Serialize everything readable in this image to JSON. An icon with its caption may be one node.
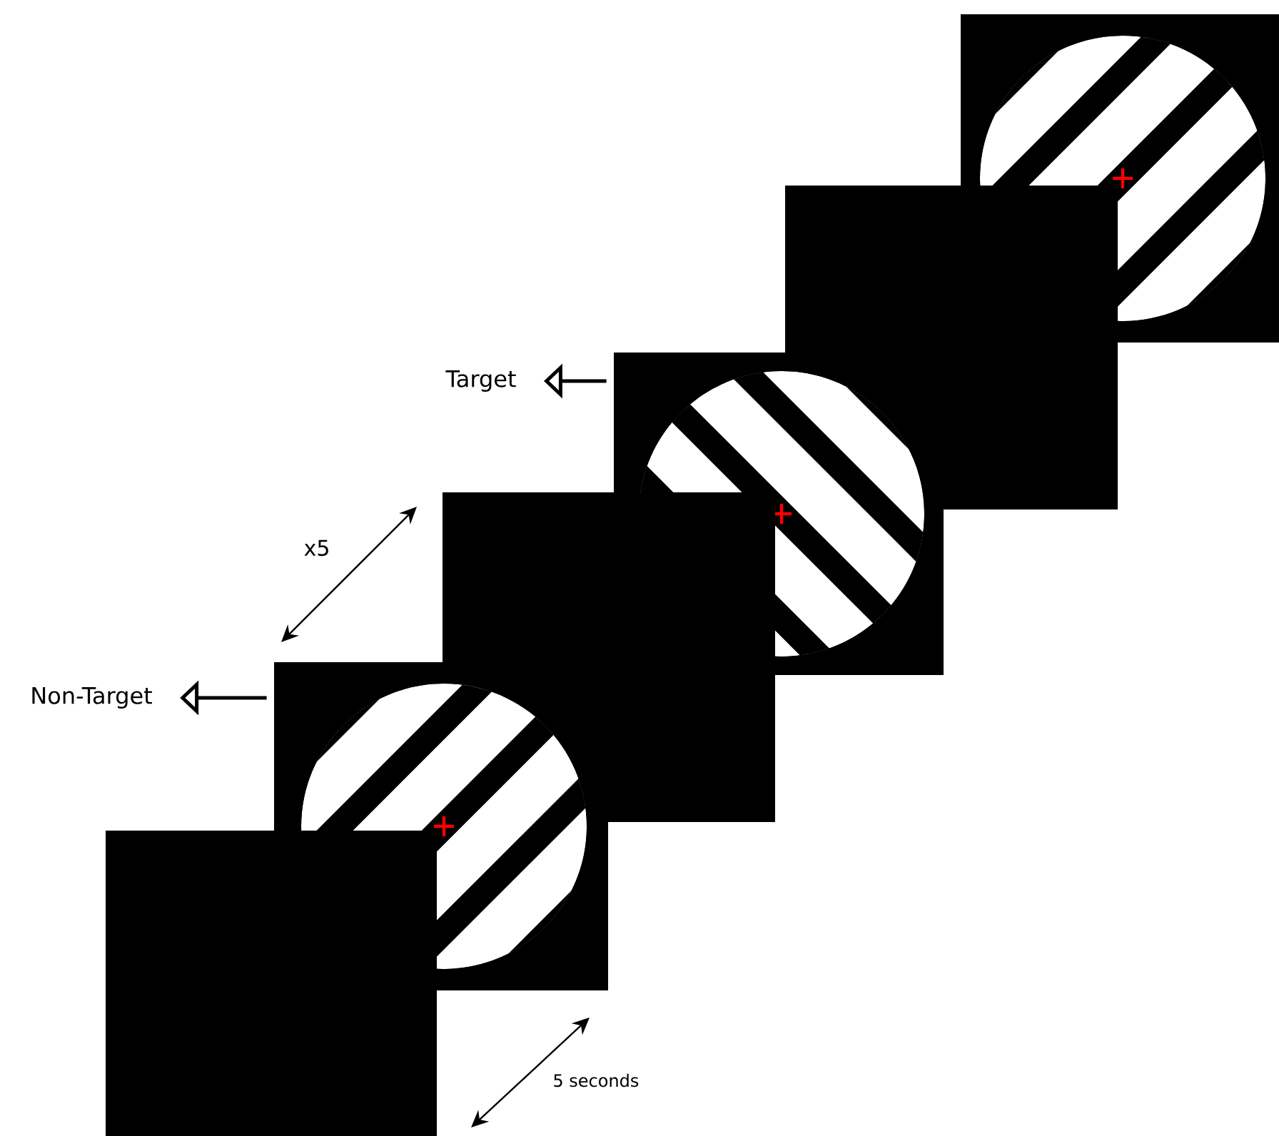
{
  "diagram": {
    "nodes": [
      {
        "text": [],
        "shape": "picture"
      },
      {
        "text": [],
        "shape": "box"
      },
      {
        "text": [
          "Target"
        ]
      },
      {
        "text": [],
        "shape": "picture"
      },
      {
        "text": [],
        "shape": "box"
      },
      {
        "text": [
          "Non-Target"
        ]
      },
      {
        "text": [],
        "shape": "picture"
      },
      {
        "text": [],
        "shape": "box"
      }
    ],
    "edges": [
      {
        "from": 3,
        "to": 2,
        "arrow": "to"
      },
      {
        "from": 6,
        "to": 5,
        "arrow": "to"
      }
    ],
    "labels": [
      "x5",
      "5 seconds"
    ]
  }
}
